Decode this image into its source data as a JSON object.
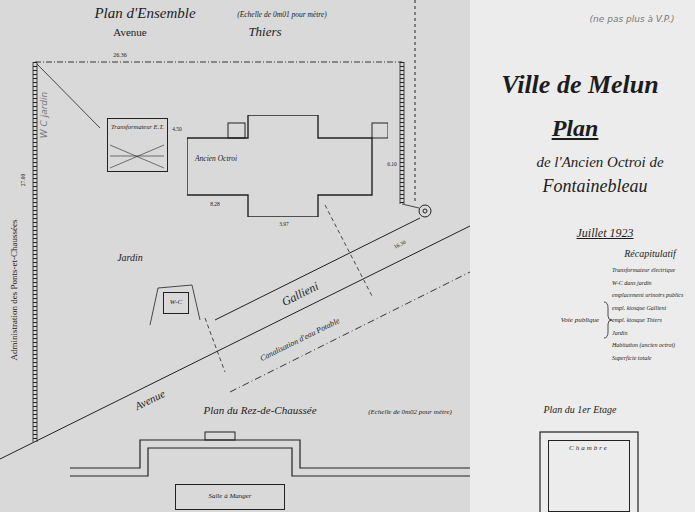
{
  "diagram": {
    "title": "Ville de Melun",
    "nodes": [
      {
        "text": [
          "Transformateur E.T."
        ]
      },
      {
        "text": [
          "Ancien Octroi"
        ]
      },
      {
        "text": [
          "W-C"
        ]
      },
      {
        "text": [
          "Salle à Manger"
        ]
      },
      {
        "text": [
          "Chambre"
        ]
      }
    ],
    "labels": [
      "Plan d'Ensemble",
      "(Echelle de 0m01 pour mètre)",
      "Avenue",
      "Thiers",
      "26.36",
      "(ne pas plus à V.P.)",
      "Plan",
      "de l'Ancien Octroi de",
      "Fontainebleau",
      "Juillet 1923",
      "Récapitulatif",
      "Transformateur électrique",
      "W-C dans jardin",
      "emplacement urinoirs publics",
      "empl. kiosque Gallieni",
      "empl. kiosque Thiers",
      "Jardin",
      "Habitation (ancien octroi)",
      "Superficie totale",
      "Voie publique",
      "Jardin",
      "Administration des Ponts-et-Chaussées",
      "W C jardin",
      "Avenue",
      "Gallieni",
      "Canalisation d'eau Potable",
      "Plan du Rez-de-Chaussée",
      "(Echelle de 0m02 pour mètre)",
      "Plan du 1er Etage",
      "4.50",
      "6.10",
      "8.28",
      "3.97",
      "16.30",
      "27.00"
    ]
  }
}
